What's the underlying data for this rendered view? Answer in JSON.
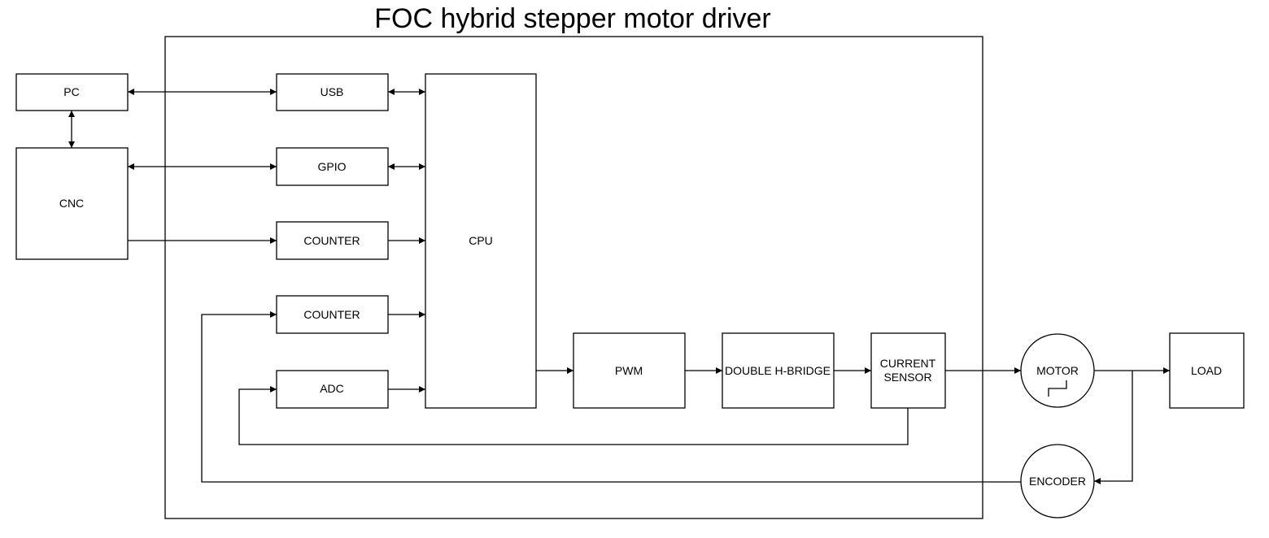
{
  "diagram": {
    "title": "FOC hybrid stepper motor driver",
    "blocks": {
      "pc": "PC",
      "cnc": "CNC",
      "usb": "USB",
      "gpio": "GPIO",
      "counter1": "COUNTER",
      "counter2": "COUNTER",
      "adc": "ADC",
      "cpu": "CPU",
      "pwm": "PWM",
      "hbridge": "DOUBLE H-BRIDGE",
      "current_sensor_line1": "CURRENT",
      "current_sensor_line2": "SENSOR",
      "motor": "MOTOR",
      "load": "LOAD",
      "encoder": "ENCODER"
    },
    "colors": {
      "stroke": "#000000",
      "background": "#ffffff"
    }
  }
}
